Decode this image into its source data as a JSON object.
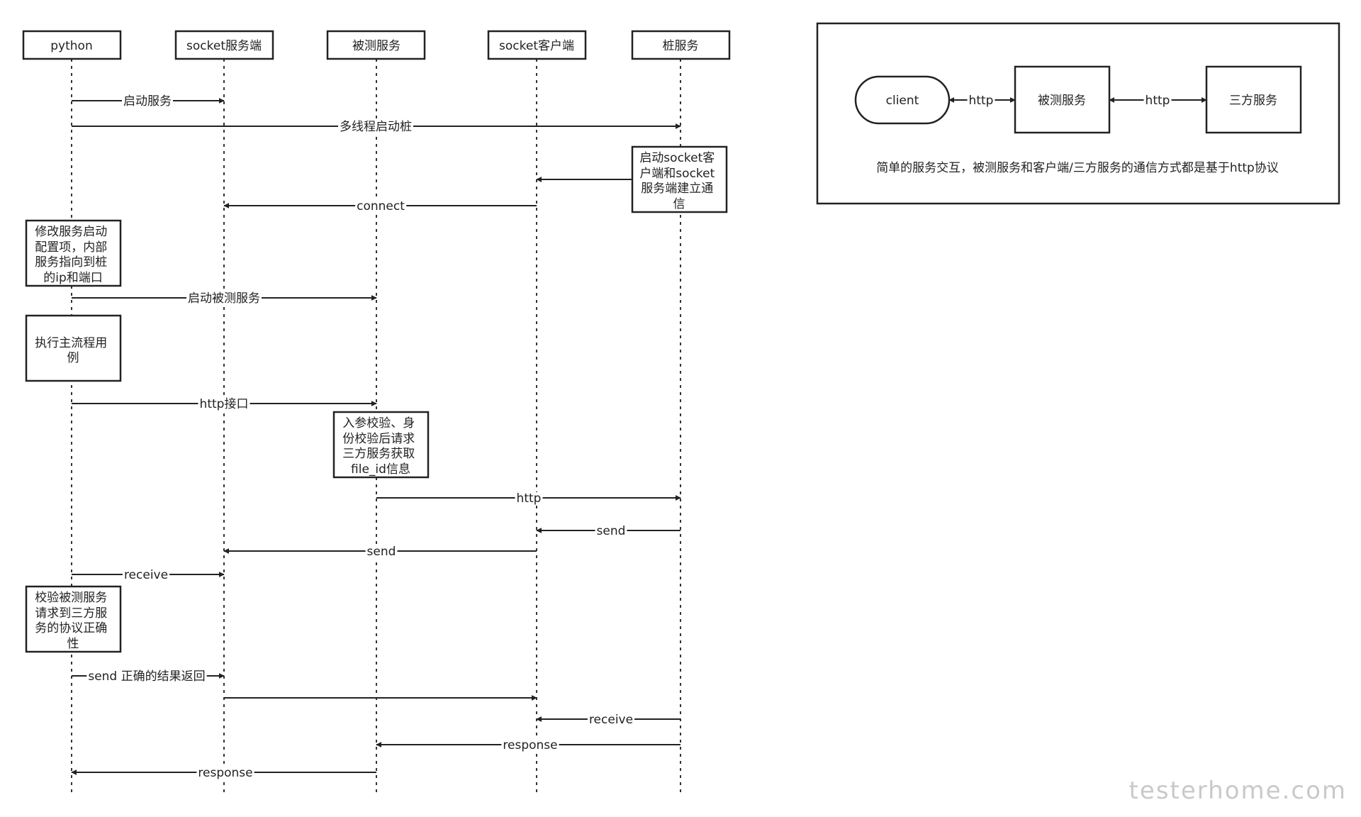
{
  "participants": [
    {
      "id": "python",
      "label": "python"
    },
    {
      "id": "socket_server",
      "label": "socket服务端"
    },
    {
      "id": "sut",
      "label": "被测服务"
    },
    {
      "id": "socket_client",
      "label": "socket客户端"
    },
    {
      "id": "stub",
      "label": "桩服务"
    }
  ],
  "notes": [
    {
      "id": "note-stub-connect",
      "lines": [
        "启动socket客",
        "户端和socket",
        "服务端建立通",
        "信"
      ]
    },
    {
      "id": "note-modify-config",
      "lines": [
        "修改服务启动",
        "配置项，内部",
        "服务指向到桩",
        "的ip和端口"
      ]
    },
    {
      "id": "note-run-cases",
      "lines": [
        "执行主流程用",
        "例"
      ]
    },
    {
      "id": "note-sut-validate",
      "lines": [
        "入参校验、身",
        "份校验后请求",
        "三方服务获取",
        "file_id信息"
      ]
    },
    {
      "id": "note-verify-protocol",
      "lines": [
        "校验被测服务",
        "请求到三方服",
        "务的协议正确",
        "性"
      ]
    }
  ],
  "messages": [
    {
      "label": "启动服务"
    },
    {
      "label": "多线程启动桩"
    },
    {
      "label": ""
    },
    {
      "label": "connect"
    },
    {
      "label": "启动被测服务"
    },
    {
      "label": "http接口"
    },
    {
      "label": "http"
    },
    {
      "label": "send"
    },
    {
      "label": "send"
    },
    {
      "label": "receive"
    },
    {
      "label": "send 正确的结果返回"
    },
    {
      "label": ""
    },
    {
      "label": "receive"
    },
    {
      "label": "response"
    },
    {
      "label": "response"
    }
  ],
  "overview": {
    "client": "client",
    "sut": "被测服务",
    "third_party": "三方服务",
    "link_left": "http",
    "link_right": "http",
    "caption": "简单的服务交互，被测服务和客户端/三方服务的通信方式都是基于http协议"
  },
  "watermark": "testerhome.com"
}
